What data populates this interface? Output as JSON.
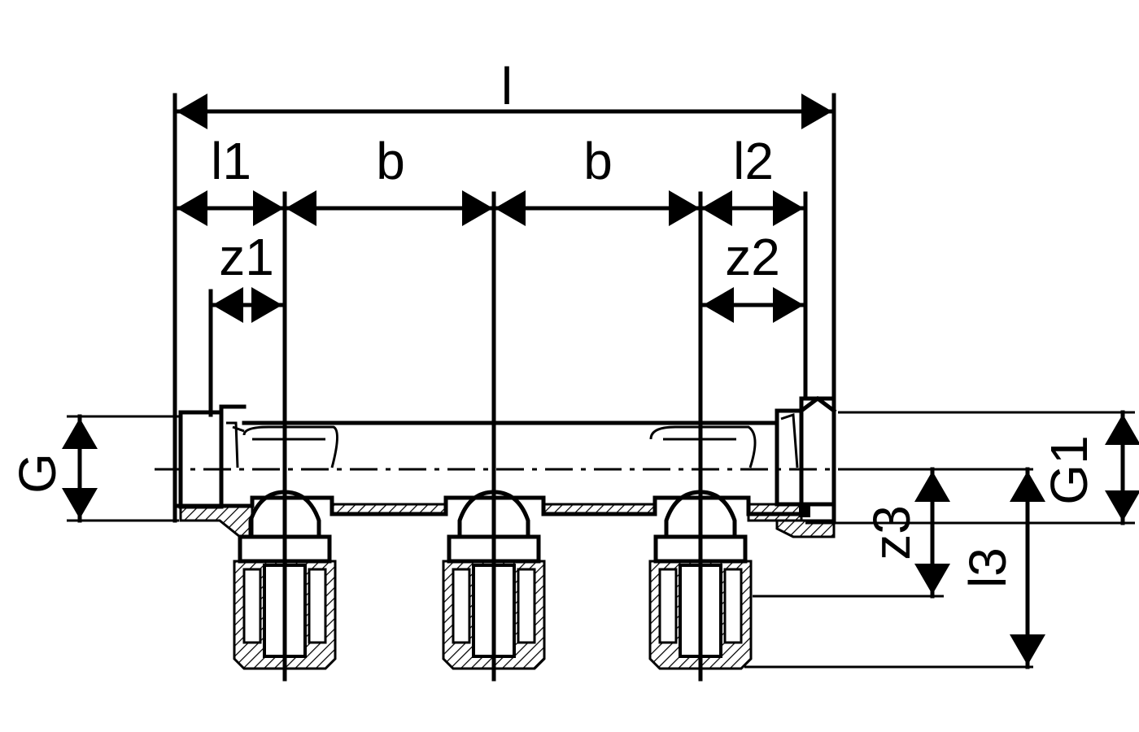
{
  "drawing": {
    "labels": {
      "l": "l",
      "l1": "l1",
      "b_left": "b",
      "b_right": "b",
      "l2": "l2",
      "z1": "z1",
      "z2": "z2",
      "G": "G",
      "G1": "G1",
      "z3": "z3",
      "l3": "l3"
    },
    "line_color": "#000000",
    "background": "#ffffff",
    "outlet_count": 3
  }
}
